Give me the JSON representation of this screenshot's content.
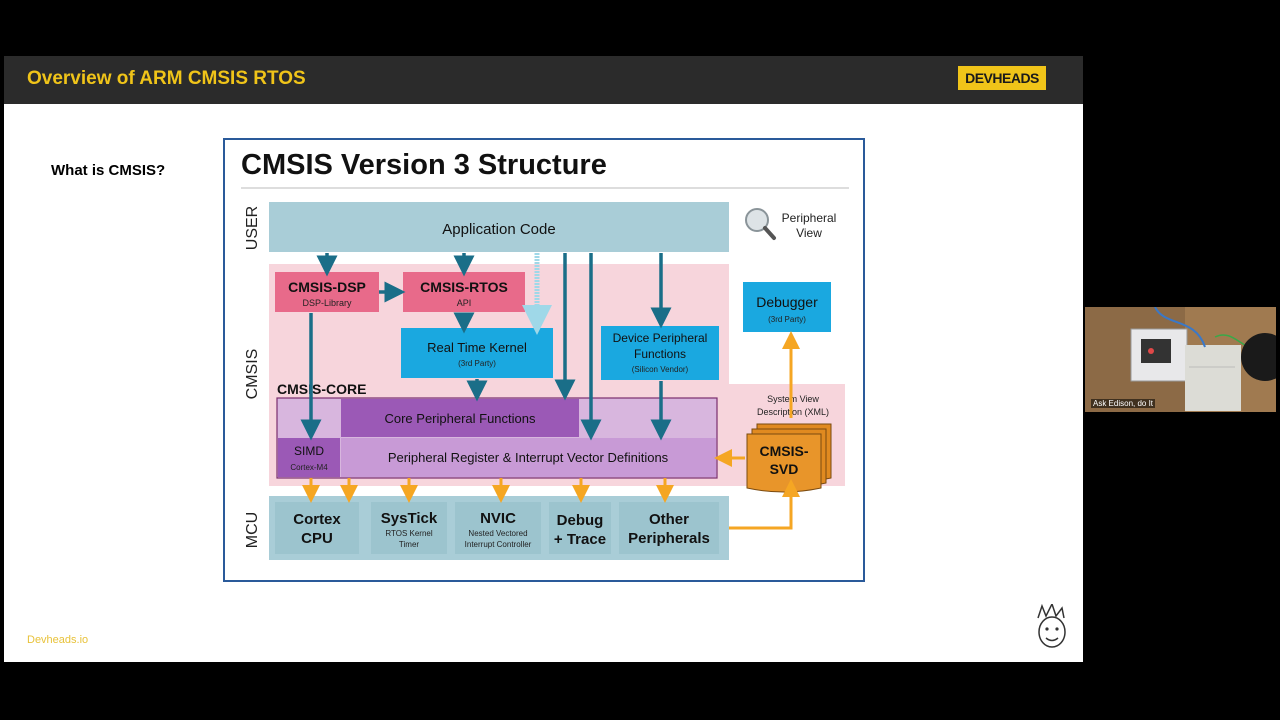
{
  "slide": {
    "title": "Overview of ARM CMSIS RTOS",
    "logo_text": "DEVHEADS",
    "question": "What is CMSIS?",
    "footer": "Devheads.io"
  },
  "diagram": {
    "title": "CMSIS Version 3 Structure",
    "layers": {
      "user": "USER",
      "cmsis": "CMSIS",
      "mcu": "MCU"
    },
    "application_code": "Application Code",
    "peripheral_view": [
      "Peripheral",
      "View"
    ],
    "cmsis_dsp": {
      "title": "CMSIS-DSP",
      "subtitle": "DSP-Library"
    },
    "cmsis_rtos": {
      "title": "CMSIS-RTOS",
      "subtitle": "API"
    },
    "debugger": {
      "title": "Debugger",
      "subtitle": "(3rd Party)"
    },
    "real_time_kernel": {
      "title": "Real Time Kernel",
      "subtitle": "(3rd Party)"
    },
    "device_peripheral": {
      "line1": "Device Peripheral",
      "line2": "Functions",
      "subtitle": "(Silicon Vendor)"
    },
    "cmsis_core": "CMSIS-CORE",
    "system_view": [
      "System View",
      "Description (XML)"
    ],
    "core_peripheral_functions": "Core Peripheral Functions",
    "simd": {
      "title": "SIMD",
      "subtitle": "Cortex-M4"
    },
    "peripheral_register": "Peripheral Register & Interrupt Vector Definitions",
    "cmsis_svd": [
      "CMSIS-",
      "SVD"
    ],
    "mcu_blocks": {
      "cortex": [
        "Cortex",
        "CPU"
      ],
      "systick": {
        "title": "SysTick",
        "sub1": "RTOS Kernel",
        "sub2": "Timer"
      },
      "nvic": {
        "title": "NVIC",
        "sub1": "Nested Vectored",
        "sub2": "Interrupt Controller"
      },
      "debug": [
        "Debug",
        "+ Trace"
      ],
      "other": [
        "Other",
        "Peripherals"
      ]
    }
  },
  "webcam": {
    "label": "Ask Edison, do It"
  },
  "colors": {
    "header_bg": "#2b2b2b",
    "title_yellow": "#f0c419",
    "teal_arrow": "#1a6e88",
    "orange_arrow": "#f5a623",
    "pink_block": "#e86a8a",
    "cyan_block": "#1aa8e0",
    "purple_block": "#9b59b6",
    "svd_orange": "#e08a20"
  }
}
